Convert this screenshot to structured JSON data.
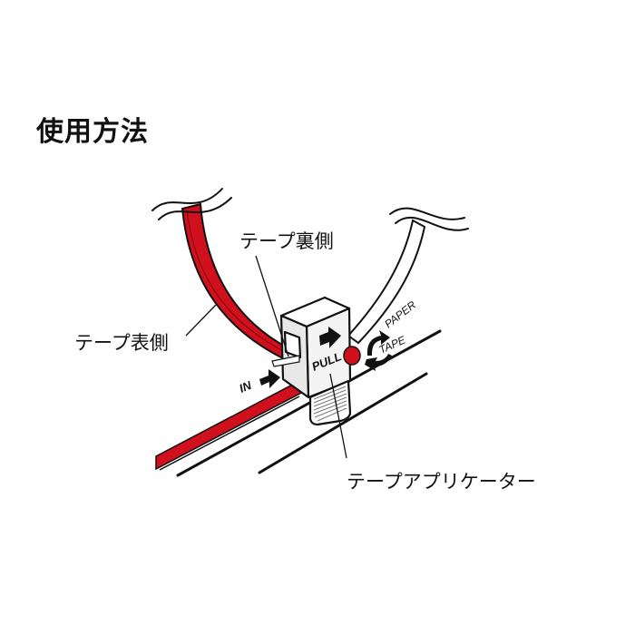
{
  "title": "使用方法",
  "labels": {
    "tape_back": "テープ裏側",
    "tape_front": "テープ表側",
    "applicator": "テープアプリケーター"
  },
  "device": {
    "pull": "PULL",
    "in": "IN",
    "paper": "PAPER",
    "tape": "TAPE"
  },
  "colors": {
    "tape": "#d0101c",
    "outline": "#111111",
    "device": "#f4f4f4"
  }
}
